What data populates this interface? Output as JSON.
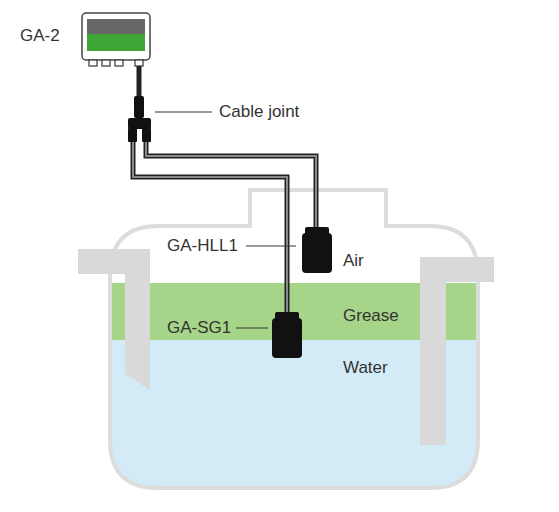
{
  "diagram": {
    "labels": [
      "GA-2",
      "Cable joint",
      "GA-HLL1",
      "GA-SG1",
      "Air",
      "Grease",
      "Water"
    ]
  }
}
